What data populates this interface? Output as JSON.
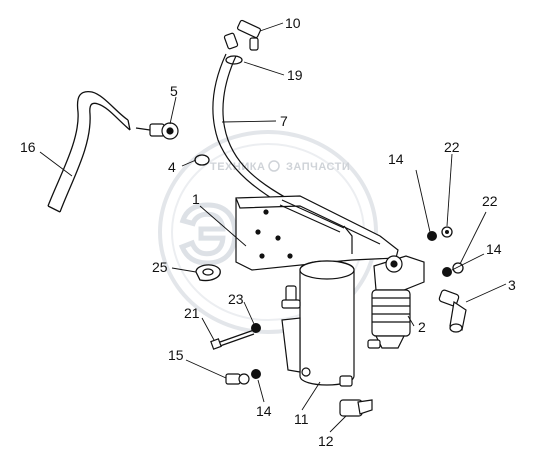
{
  "watermark": {
    "line1": "ТЕХНИКА",
    "line2": "ЗАПЧАСТИ",
    "logo": "ЭФ"
  },
  "callouts": [
    {
      "id": "c10",
      "text": "10"
    },
    {
      "id": "c19",
      "text": "19"
    },
    {
      "id": "c5",
      "text": "5"
    },
    {
      "id": "c7",
      "text": "7"
    },
    {
      "id": "c16",
      "text": "16"
    },
    {
      "id": "c4",
      "text": "4"
    },
    {
      "id": "c14a",
      "text": "14"
    },
    {
      "id": "c22a",
      "text": "22"
    },
    {
      "id": "c1",
      "text": "1"
    },
    {
      "id": "c22b",
      "text": "22"
    },
    {
      "id": "c14b",
      "text": "14"
    },
    {
      "id": "c25",
      "text": "25"
    },
    {
      "id": "c3",
      "text": "3"
    },
    {
      "id": "c23",
      "text": "23"
    },
    {
      "id": "c21",
      "text": "21"
    },
    {
      "id": "c2",
      "text": "2"
    },
    {
      "id": "c15",
      "text": "15"
    },
    {
      "id": "c11",
      "text": "11"
    },
    {
      "id": "c14c",
      "text": "14"
    },
    {
      "id": "c12",
      "text": "12"
    }
  ]
}
